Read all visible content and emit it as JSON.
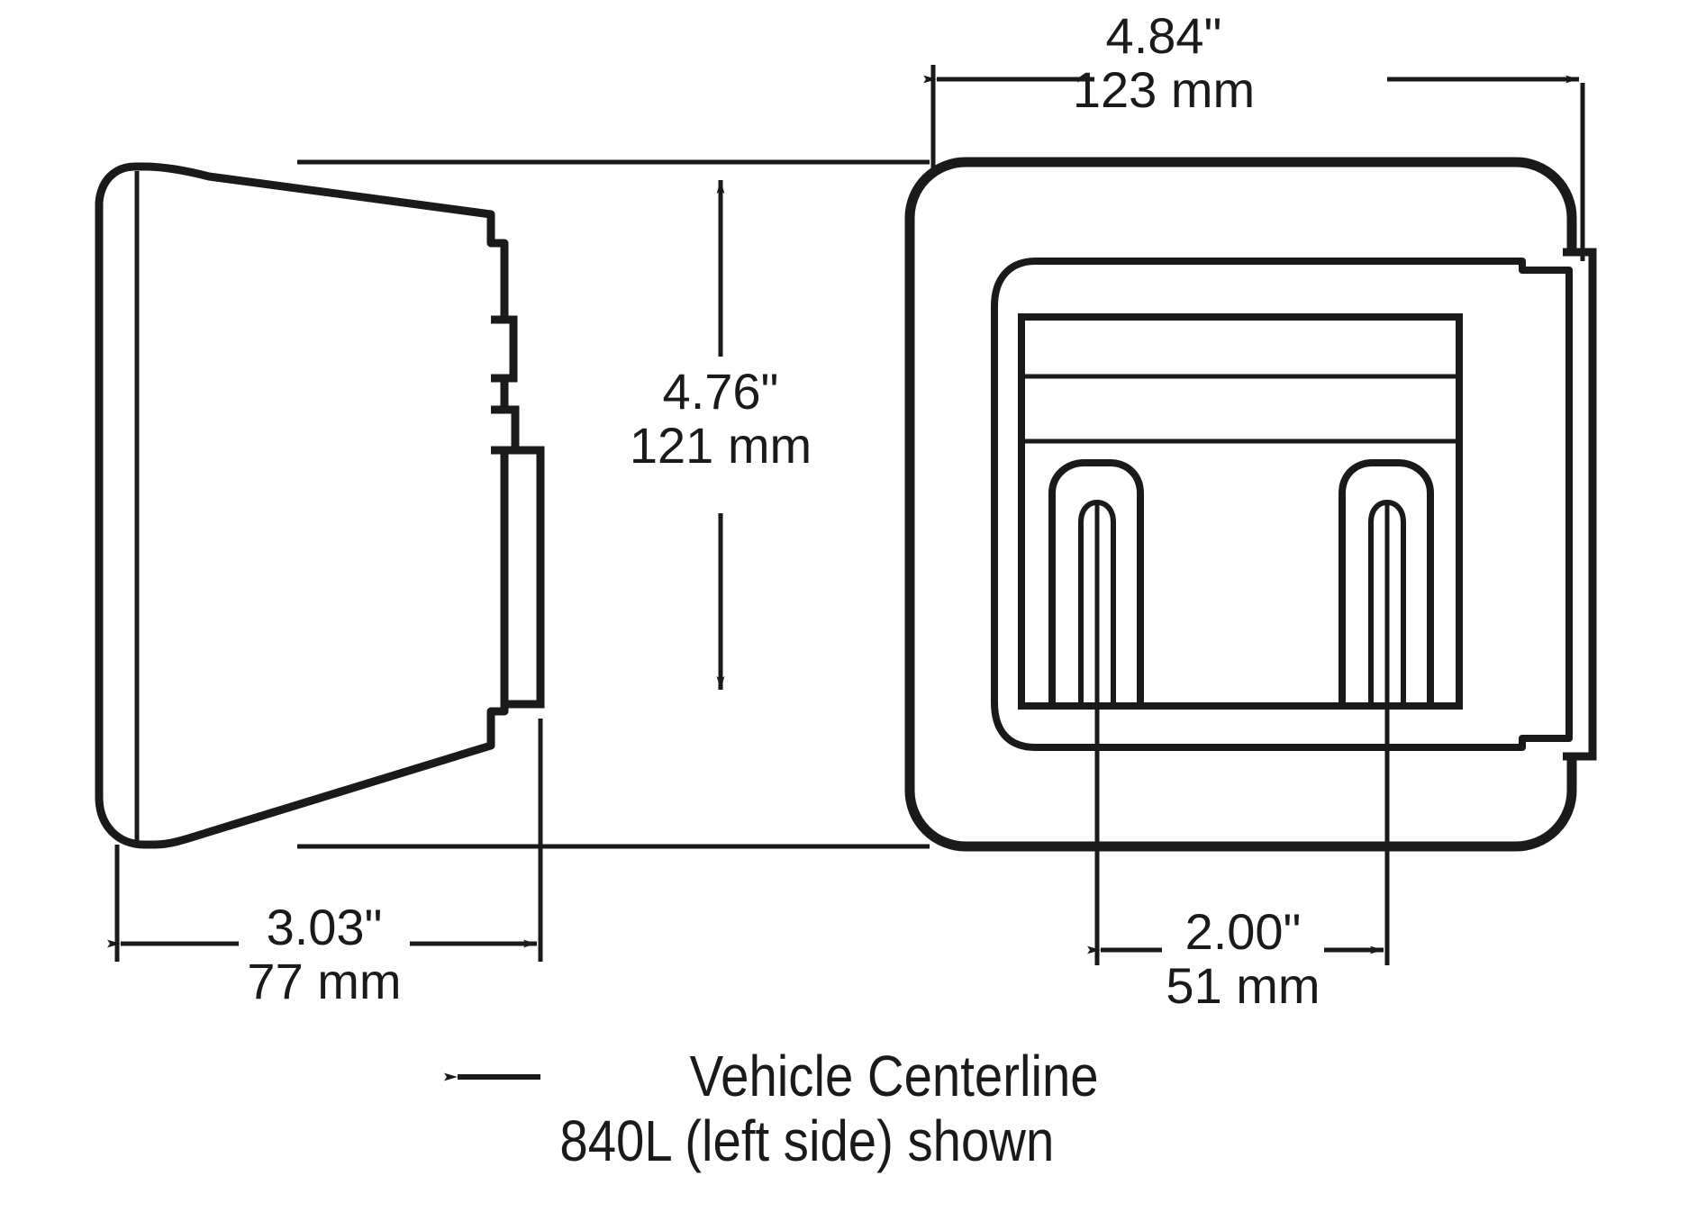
{
  "drawing": {
    "title": "840L lamp dimensional drawing",
    "views": [
      {
        "name": "side-profile-view",
        "position": "left"
      },
      {
        "name": "front-face-view",
        "position": "right"
      }
    ],
    "line_color": "#1a1a1a",
    "background_color": "#ffffff"
  },
  "dimensions": {
    "width_top": {
      "name": "overall-width",
      "inches": "4.84\"",
      "millimeters": "123 mm"
    },
    "height_center": {
      "name": "overall-height",
      "inches": "4.76\"",
      "millimeters": "121 mm"
    },
    "depth_bottom_left": {
      "name": "overall-depth",
      "inches": "3.03\"",
      "millimeters": "77 mm"
    },
    "mount_spacing_bottom_right": {
      "name": "mounting-slot-spacing",
      "inches": "2.00\"",
      "millimeters": "51 mm"
    }
  },
  "caption": {
    "line1": "Vehicle Centerline",
    "line2": "840L (left side) shown"
  }
}
